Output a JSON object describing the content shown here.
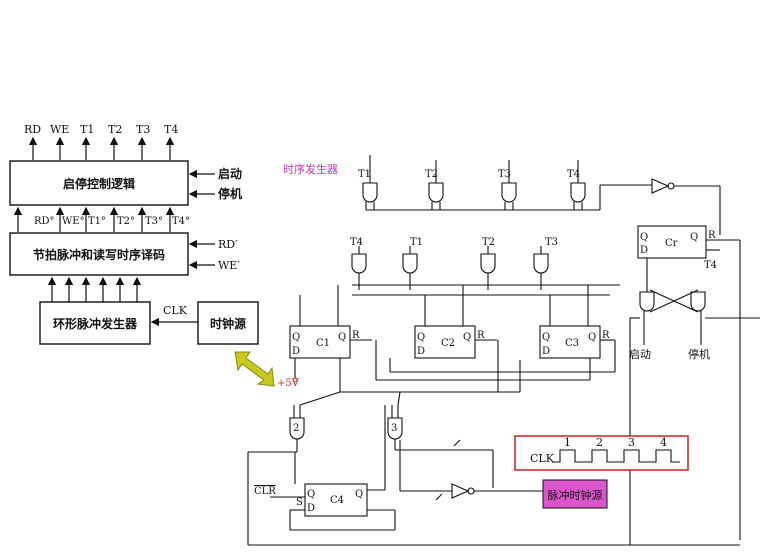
{
  "block_diagram": {
    "top_outputs": [
      "RD",
      "WE",
      "T1",
      "T2",
      "T3",
      "T4"
    ],
    "control_logic_label": "启停控制逻辑",
    "start_input": "启动",
    "stop_input": "停机",
    "mid_signals": [
      "RD°",
      "WE°",
      "T1°",
      "T2°",
      "T3°",
      "T4°"
    ],
    "decoder_label": "节拍脉冲和读写时序译码",
    "rd_input": "RD′",
    "we_input": "WE′",
    "ring_label": "环形脉冲发生器",
    "clk_label": "CLK",
    "clock_label": "时钟源"
  },
  "circuit": {
    "title": "时序发生器",
    "outputs": [
      "T1",
      "T2",
      "T3",
      "T4"
    ],
    "gate_inputs": [
      "T4",
      "T1",
      "T2",
      "T3"
    ],
    "ff_labels": [
      "C1",
      "C2",
      "C3",
      "C4"
    ],
    "ff_start_stop": "Cr",
    "start_label": "启动",
    "stop_label": "停机",
    "vcc_label": "+5V",
    "gate_numbers": [
      "2",
      "3"
    ],
    "clr_label": "CLR",
    "clock_source_label": "脉冲时钟源",
    "clk_wave_label": "CLK",
    "clk_pulse_numbers": [
      "1",
      "2",
      "3",
      "4"
    ]
  },
  "colors": {
    "title_magenta": "#cc33cc",
    "clock_box_fill": "#dd55cc",
    "wave_border": "#cc2222",
    "arrow_fill": "#c8c81e"
  }
}
